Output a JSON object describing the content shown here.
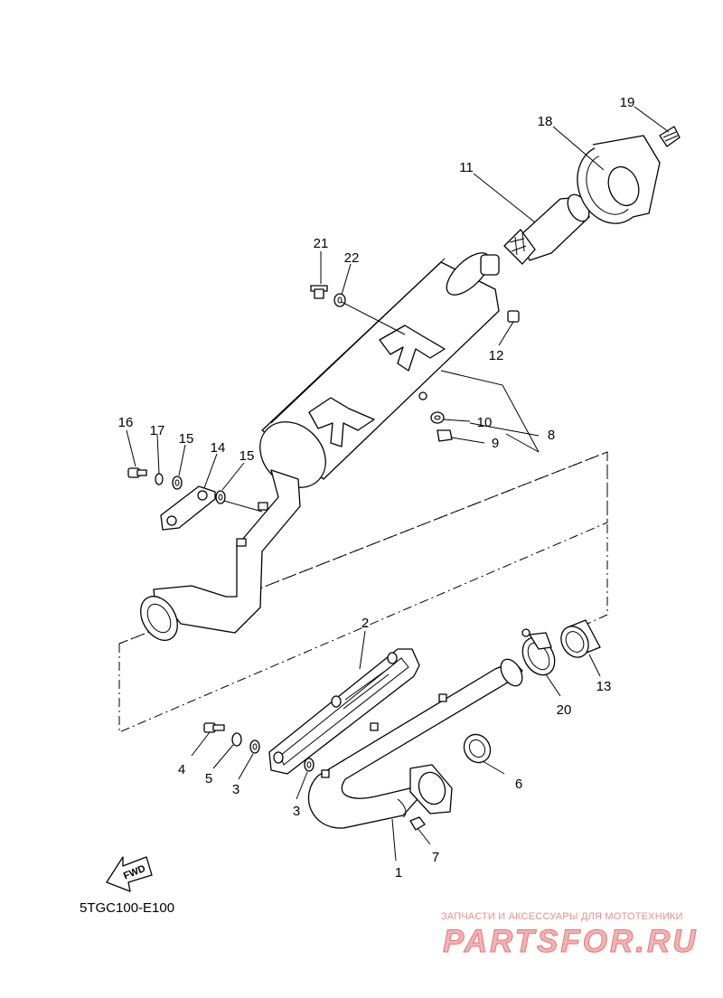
{
  "callouts": {
    "c1": "1",
    "c2": "2",
    "c3a": "3",
    "c3b": "3",
    "c4": "4",
    "c5": "5",
    "c6": "6",
    "c7": "7",
    "c8": "8",
    "c9": "9",
    "c10": "10",
    "c11": "11",
    "c12": "12",
    "c13": "13",
    "c14": "14",
    "c15a": "15",
    "c15b": "15",
    "c16": "16",
    "c17": "17",
    "c18": "18",
    "c19": "19",
    "c20": "20",
    "c21": "21",
    "c22": "22"
  },
  "arrow_label": "FWD",
  "diagram_code": "5TGC100-E100",
  "watermark": {
    "tagline": "ЗАПЧАСТИ И АКСЕССУАРЫ ДЛЯ МОТОТЕХНИКИ",
    "logo": "PARTSFOR.RU"
  },
  "colors": {
    "line": "#000000",
    "watermark": "#e88f8f"
  }
}
